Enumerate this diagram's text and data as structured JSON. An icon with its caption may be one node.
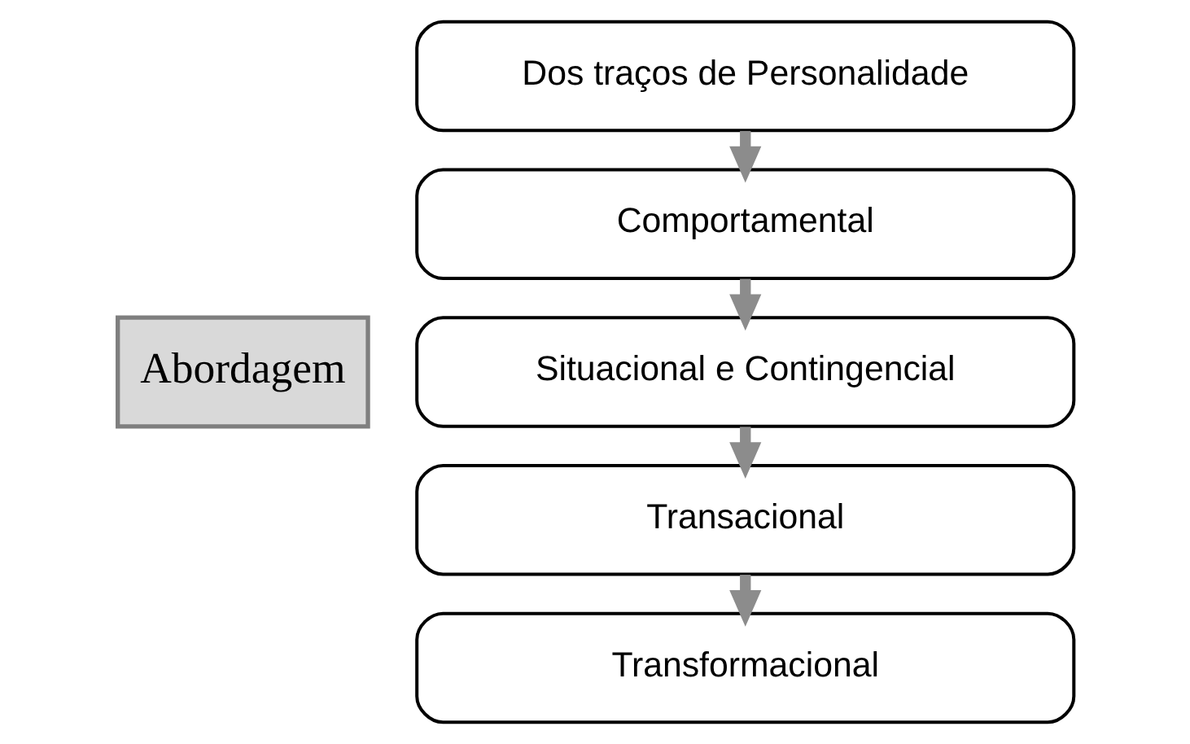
{
  "diagram": {
    "nodes": [
      {
        "text": [
          "Abordagem"
        ]
      },
      {
        "text": [
          "Dos traços de Personalidade"
        ]
      },
      {
        "text": [
          "Comportamental"
        ]
      },
      {
        "text": [
          "Situacional e Contingencial"
        ]
      },
      {
        "text": [
          "Transacional"
        ]
      },
      {
        "text": [
          "Transformacional"
        ]
      }
    ],
    "edges": [
      {
        "from": 1,
        "to": 2,
        "arrow": "to"
      },
      {
        "from": 2,
        "to": 3,
        "arrow": "to"
      },
      {
        "from": 3,
        "to": 4,
        "arrow": "to"
      },
      {
        "from": 4,
        "to": 5,
        "arrow": "to"
      }
    ]
  }
}
